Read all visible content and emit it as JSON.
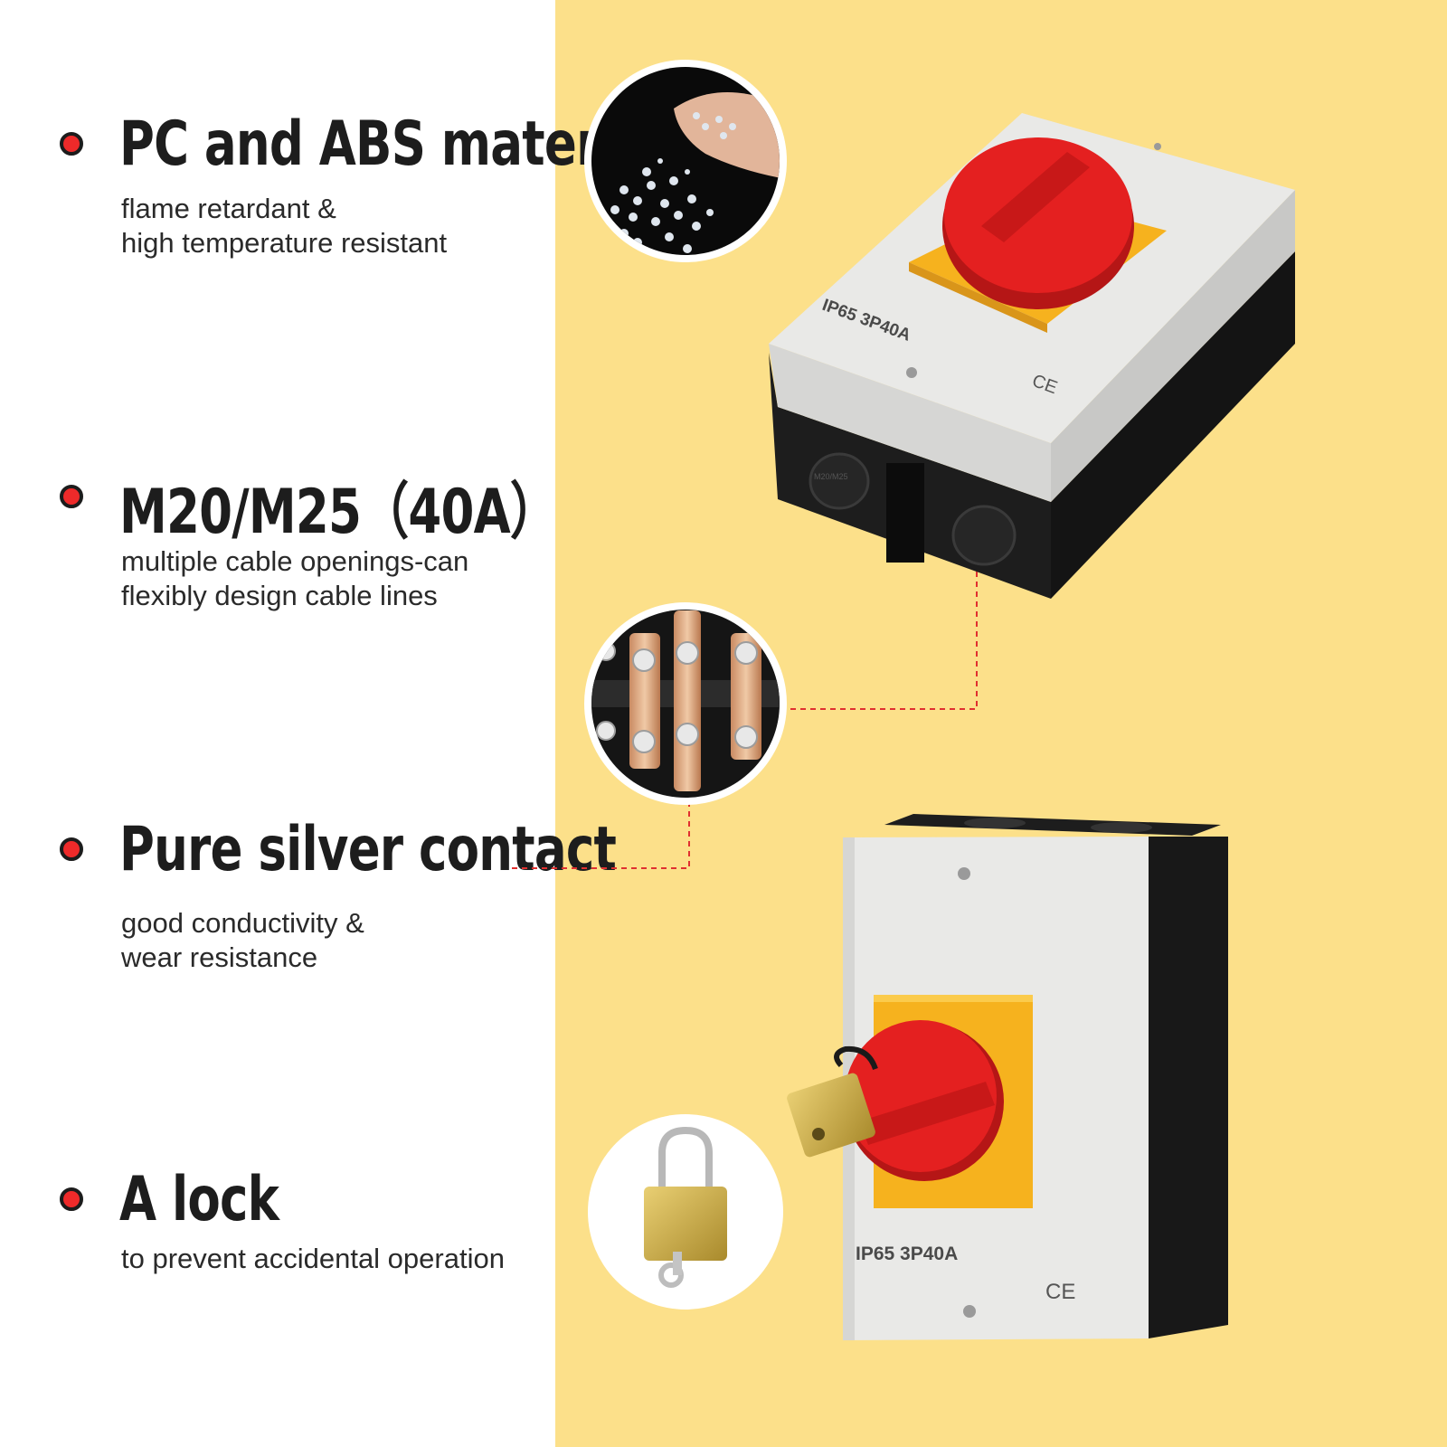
{
  "colors": {
    "panel_background": "#fce08a",
    "bullet": "#ee2a2a",
    "title_text": "#1d1d1d",
    "leader_line": "#e03030",
    "knob_red": "#e42020",
    "plate_yellow": "#f6b21e",
    "housing_grey": "#e8e8e6",
    "housing_black": "#1d1d1d"
  },
  "features": [
    {
      "title": "PC and ABS material",
      "description_lines": [
        "flame retardant &",
        "high temperature resistant"
      ]
    },
    {
      "title": "M20/M25（40A）",
      "description_lines": [
        "multiple cable openings-can",
        "flexibly design cable lines"
      ]
    },
    {
      "title": "Pure silver contact",
      "description_lines": [
        "good conductivity &",
        "wear resistance"
      ]
    },
    {
      "title": "A lock",
      "description_lines": [
        "to prevent accidental operation"
      ]
    }
  ],
  "product": {
    "top_rating_label": "IP65 3P40A",
    "bottom_rating_label": "IP65 3P40A",
    "certification_mark": "CE",
    "gland_label": "M20/M25"
  },
  "icons": {
    "bullets": "red-dot-icon",
    "material_inset": "plastic-pellets-icon",
    "contact_inset": "silver-contacts-icon",
    "lock_inset": "padlock-icon"
  }
}
